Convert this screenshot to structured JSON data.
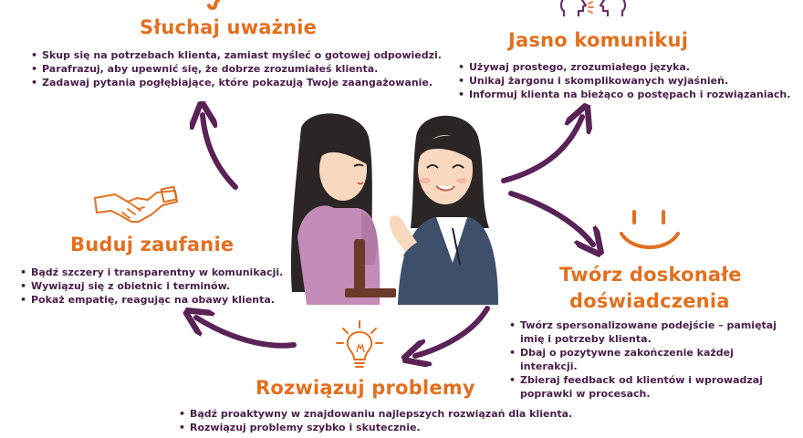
{
  "sections": {
    "listen": {
      "title": "Słuchaj uważnie",
      "points": [
        "Skup się na potrzebach klienta, zamiast myśleć o gotowej odpowiedzi.",
        "Parafrazuj, aby upewnić się, że dobrze zrozumiałeś klienta.",
        "Zadawaj pytania pogłębiające, które pokazują Twoje zaangażowanie."
      ]
    },
    "communicate": {
      "title": "Jasno komunikuj",
      "points": [
        "Używaj prostego, zrozumiałego języka.",
        "Unikaj żargonu i skomplikowanych wyjaśnień.",
        "Informuj klienta na bieżąco o postępach i rozwiązaniach."
      ]
    },
    "trust": {
      "title": "Buduj zaufanie",
      "points": [
        "Bądź szczery i transparentny w komunikacji.",
        "Wywiązuj się z obietnic i terminów.",
        "Pokaż empatię, reagując na obawy klienta."
      ]
    },
    "experience": {
      "title_line1": "Twórz doskonałe",
      "title_line2": "doświadczenia",
      "points": [
        "Twórz spersonalizowane podejście – pamiętaj imię i potrzeby klienta.",
        "Dbaj o pozytywne zakończenie każdej interakcji.",
        "Zbieraj feedback od klientów i wprowadzaj poprawki w procesach."
      ]
    },
    "problems": {
      "title": "Rozwiązuj problemy",
      "points": [
        "Bądź proaktywny w znajdowaniu najlepszych rozwiązań dla klienta.",
        "Rozwiązuj problemy szybko i skutecznie."
      ]
    }
  },
  "icons": {
    "listen": "ear-icon",
    "communicate": "two-heads-talking-icon",
    "trust": "handshake-icon",
    "experience": "smile-icon",
    "problems": "lightbulb-icon"
  },
  "colors": {
    "title_orange": "#e2701f",
    "text_purple": "#4a1e4b",
    "arrow_purple": "#5a2257",
    "icon_purple": "#6a2f68"
  }
}
